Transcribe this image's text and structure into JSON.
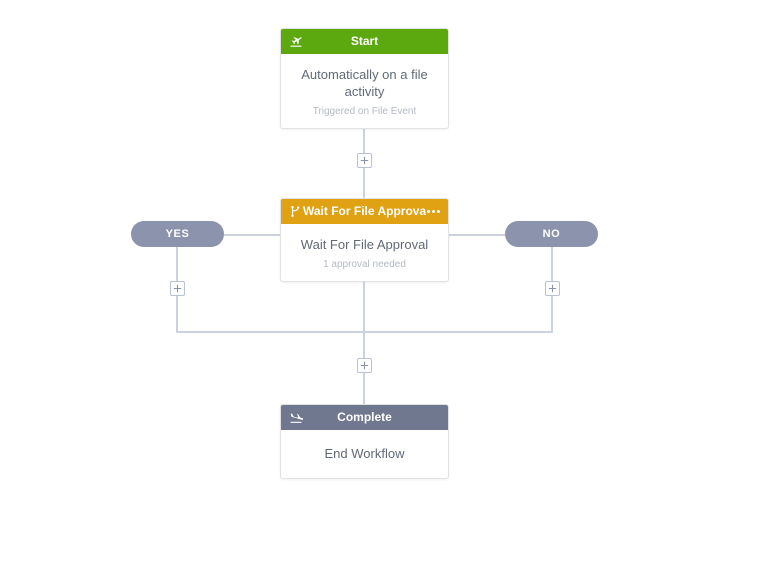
{
  "canvas": {
    "background": "#ffffff",
    "connector_color": "#ccd2e0"
  },
  "nodes": {
    "start": {
      "header_title": "Start",
      "header_color": "#5ca80f",
      "icon": "plane-takeoff-icon",
      "main_text": "Automatically on a file activity",
      "sub_text": "Triggered on File Event"
    },
    "approval": {
      "header_title": "Wait For File Approval",
      "header_color": "#e0a112",
      "icon": "branch-icon",
      "menu_icon": "ellipsis-icon",
      "main_text": "Wait For File Approval",
      "sub_text": "1 approval needed"
    },
    "complete": {
      "header_title": "Complete",
      "header_color": "#6f788f",
      "icon": "plane-landing-icon",
      "main_text": "End Workflow",
      "sub_text": ""
    }
  },
  "branches": {
    "yes_label": "YES",
    "no_label": "NO",
    "pill_color": "#8b93ad"
  },
  "add_buttons": {
    "label": "+",
    "after_start": "add-step-after-start",
    "yes_branch": "add-step-yes-branch",
    "no_branch": "add-step-no-branch",
    "before_complete": "add-step-before-complete"
  }
}
